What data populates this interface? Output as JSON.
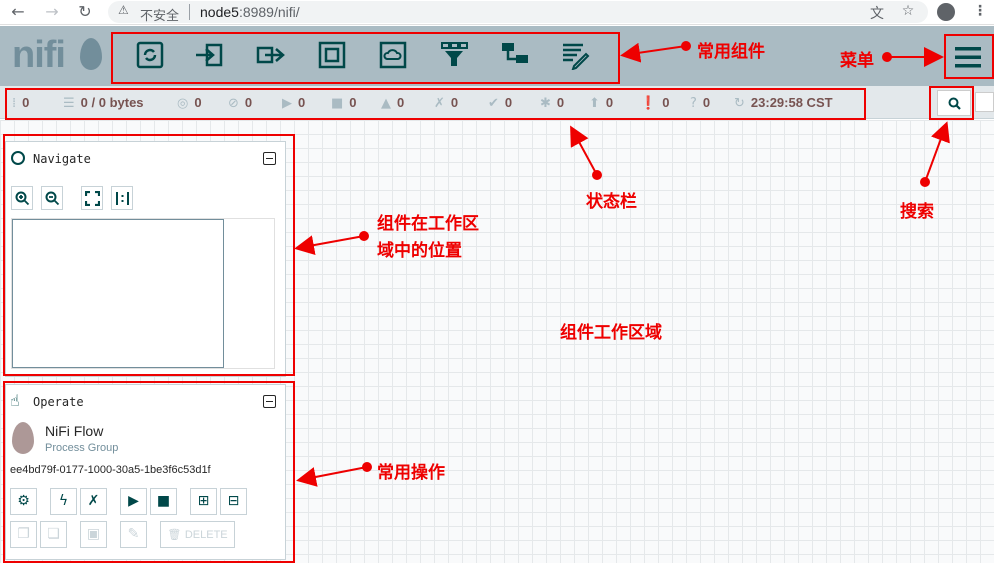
{
  "browser": {
    "security_label": "不安全",
    "url_host": "node5",
    "url_rest": ":8989/nifi/"
  },
  "header": {
    "logo_text": "nifi",
    "toolbar_tools": [
      "processor-icon",
      "input-port-icon",
      "output-port-icon",
      "process-group-icon",
      "remote-process-group-icon",
      "funnel-icon",
      "template-icon",
      "label-icon"
    ]
  },
  "status": {
    "threads": "0",
    "queued": "0 / 0 bytes",
    "transmitting": "0",
    "not_transmitting": "0",
    "running": "0",
    "stopped": "0",
    "invalid": "0",
    "disabled": "0",
    "up_to_date": "0",
    "locally_modified": "0",
    "stale": "0",
    "locally_modified_stale": "0",
    "sync_failure": "0",
    "last_refresh": "23:29:58 CST"
  },
  "navigate": {
    "title": "Navigate"
  },
  "operate": {
    "title": "Operate",
    "pg_name": "NiFi Flow",
    "pg_type": "Process Group",
    "pg_id": "ee4bd79f-0177-1000-30a5-1be3f6c53d1f",
    "delete_label": "DELETE"
  },
  "annotations": {
    "common_components": "常用组件",
    "menu": "菜单",
    "status_bar": "状态栏",
    "search": "搜索",
    "position_line1": "组件在工作区",
    "position_line2": "域中的位置",
    "workspace": "组件工作区域",
    "common_operations": "常用操作"
  },
  "colors": {
    "annotation_red": "#ee0000",
    "header_bg": "#aabbc3",
    "nifi_teal": "#004849",
    "status_text": "#775351"
  }
}
